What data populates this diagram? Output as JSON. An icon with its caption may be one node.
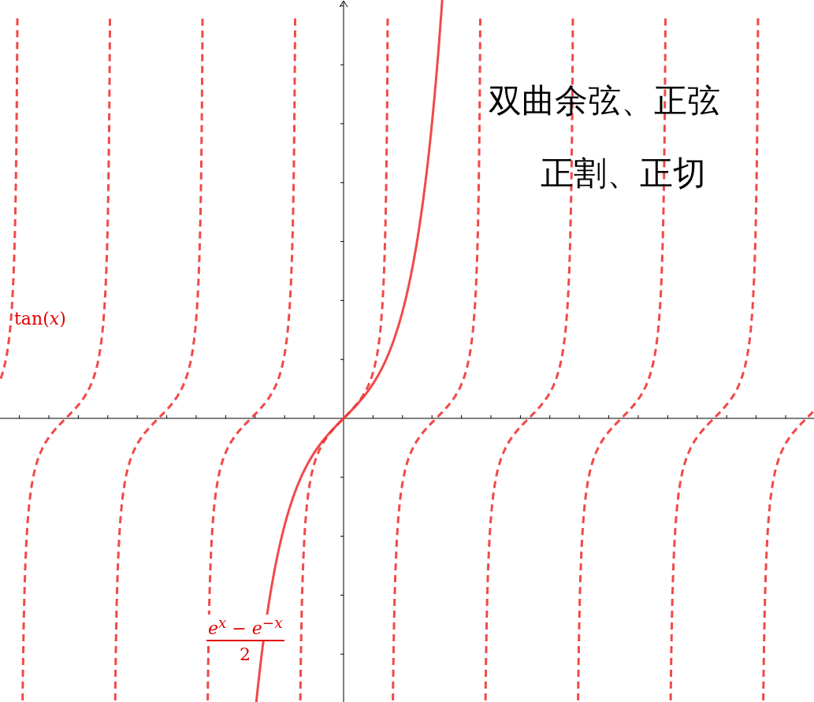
{
  "diagram": {
    "labels": [
      "双曲余弦、正弦",
      "正割、正切",
      "tan(*x*)",
      "e$^{x}$ − e$^{−x}$",
      "2"
    ]
  }
}
